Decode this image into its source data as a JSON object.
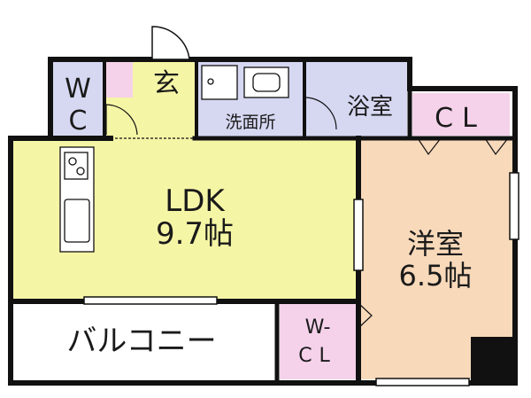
{
  "floorplan": {
    "colors": {
      "wall": "#111111",
      "ldk": "#f5f5a6",
      "western": "#f8d9ba",
      "bath": "#d6d8f2",
      "storage": "#f5d2ea",
      "entrance": "#f5f5a6",
      "balcony": "#ffffff",
      "wc": "#d6d8f2"
    },
    "rooms": {
      "wc_line1": "W",
      "wc_line2": "C",
      "entrance": "玄",
      "bath": "浴室",
      "washroom": "洗面所",
      "closet": "CL",
      "ldk_name": "LDK",
      "ldk_size": "9.7帖",
      "western_name": "洋室",
      "western_size": "6.5帖",
      "balcony": "バルコニー",
      "wcl_line1": "W-",
      "wcl_line2": "CL"
    }
  }
}
